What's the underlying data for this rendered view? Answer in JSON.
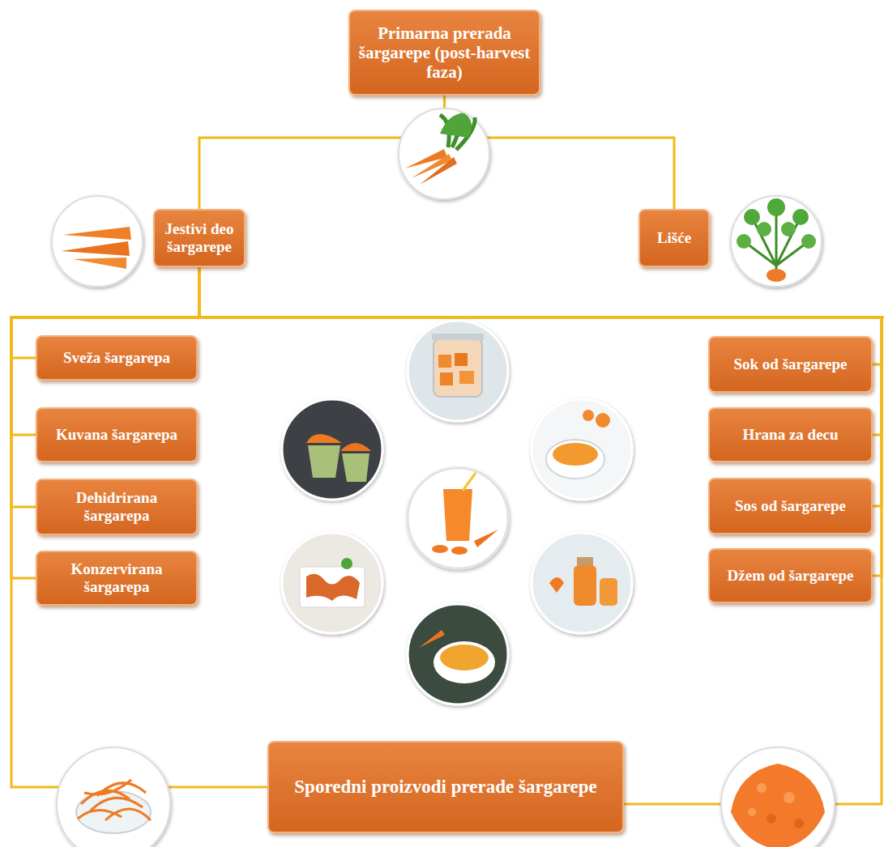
{
  "diagram": {
    "nodes": [
      {
        "text": [
          "Primarna prerada šargarepe (post-harvest faza)"
        ]
      },
      {
        "text": [
          "Jestivi deo šargarepe"
        ]
      },
      {
        "text": [
          "Lišće"
        ]
      },
      {
        "text": [
          "Sveža šargarepa"
        ]
      },
      {
        "text": [
          "Kuvana šargarepa"
        ]
      },
      {
        "text": [
          "Dehidrirana šargarepa"
        ]
      },
      {
        "text": [
          "Konzervirana šargarepa"
        ]
      },
      {
        "text": [
          "Sok od šargarepe"
        ]
      },
      {
        "text": [
          "Hrana za decu"
        ]
      },
      {
        "text": [
          "Sos od šargarepe"
        ]
      },
      {
        "text": [
          "Džem od šargarepe"
        ]
      },
      {
        "text": [
          "Sporedni proizvodi prerade šargarepe"
        ]
      }
    ],
    "edges": [
      {
        "from": 0,
        "to": 1,
        "arrow": "none"
      },
      {
        "from": 0,
        "to": 2,
        "arrow": "none"
      },
      {
        "from": 1,
        "to": 3,
        "arrow": "none"
      },
      {
        "from": 1,
        "to": 4,
        "arrow": "none"
      },
      {
        "from": 1,
        "to": 5,
        "arrow": "none"
      },
      {
        "from": 1,
        "to": 6,
        "arrow": "none"
      },
      {
        "from": 1,
        "to": 7,
        "arrow": "none"
      },
      {
        "from": 1,
        "to": 8,
        "arrow": "none"
      },
      {
        "from": 1,
        "to": 9,
        "arrow": "none"
      },
      {
        "from": 1,
        "to": 10,
        "arrow": "none"
      },
      {
        "from": 1,
        "to": 11,
        "arrow": "none"
      }
    ]
  }
}
